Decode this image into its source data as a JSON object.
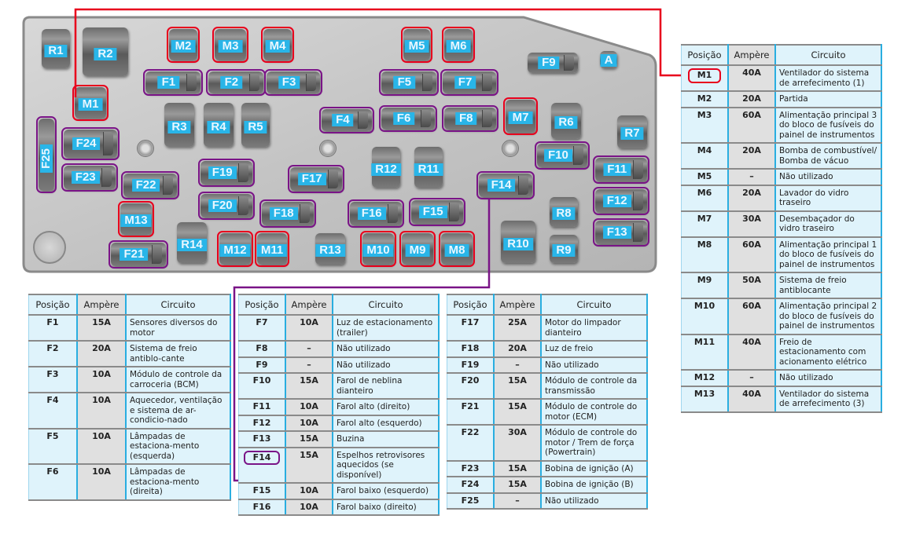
{
  "diagram": {
    "title": "Fuse box layout",
    "components": [
      {
        "id": "R1",
        "type": "relay"
      },
      {
        "id": "R2",
        "type": "relay"
      },
      {
        "id": "M2",
        "type": "maxi",
        "highlight": "red"
      },
      {
        "id": "M3",
        "type": "maxi",
        "highlight": "red"
      },
      {
        "id": "M4",
        "type": "maxi",
        "highlight": "red"
      },
      {
        "id": "M5",
        "type": "maxi",
        "highlight": "red"
      },
      {
        "id": "M6",
        "type": "maxi",
        "highlight": "red"
      },
      {
        "id": "F9",
        "type": "fuse"
      },
      {
        "id": "A",
        "type": "relay"
      },
      {
        "id": "F1",
        "type": "fuse",
        "highlight": "purple"
      },
      {
        "id": "F2",
        "type": "fuse",
        "highlight": "purple"
      },
      {
        "id": "F3",
        "type": "fuse",
        "highlight": "purple"
      },
      {
        "id": "F5",
        "type": "fuse",
        "highlight": "purple"
      },
      {
        "id": "F7",
        "type": "fuse",
        "highlight": "purple"
      },
      {
        "id": "M1",
        "type": "maxi",
        "highlight": "red"
      },
      {
        "id": "R3",
        "type": "relay"
      },
      {
        "id": "R4",
        "type": "relay"
      },
      {
        "id": "R5",
        "type": "relay"
      },
      {
        "id": "F4",
        "type": "fuse",
        "highlight": "purple"
      },
      {
        "id": "F6",
        "type": "fuse",
        "highlight": "purple"
      },
      {
        "id": "F8",
        "type": "fuse",
        "highlight": "purple"
      },
      {
        "id": "M7",
        "type": "maxi",
        "highlight": "red"
      },
      {
        "id": "R6",
        "type": "relay"
      },
      {
        "id": "R7",
        "type": "relay"
      },
      {
        "id": "F25",
        "type": "fuse",
        "highlight": "purple"
      },
      {
        "id": "F24",
        "type": "fuse",
        "highlight": "purple"
      },
      {
        "id": "F23",
        "type": "fuse",
        "highlight": "purple"
      },
      {
        "id": "F22",
        "type": "fuse",
        "highlight": "purple"
      },
      {
        "id": "F19",
        "type": "fuse",
        "highlight": "purple"
      },
      {
        "id": "F17",
        "type": "fuse",
        "highlight": "purple"
      },
      {
        "id": "R12",
        "type": "relay"
      },
      {
        "id": "R11",
        "type": "relay"
      },
      {
        "id": "F10",
        "type": "fuse",
        "highlight": "purple"
      },
      {
        "id": "F11",
        "type": "fuse",
        "highlight": "purple"
      },
      {
        "id": "F14",
        "type": "fuse",
        "highlight": "purple"
      },
      {
        "id": "F20",
        "type": "fuse",
        "highlight": "purple"
      },
      {
        "id": "F18",
        "type": "fuse",
        "highlight": "purple"
      },
      {
        "id": "F16",
        "type": "fuse",
        "highlight": "purple"
      },
      {
        "id": "F15",
        "type": "fuse",
        "highlight": "purple"
      },
      {
        "id": "F12",
        "type": "fuse",
        "highlight": "purple"
      },
      {
        "id": "R8",
        "type": "relay"
      },
      {
        "id": "M13",
        "type": "maxi",
        "highlight": "red"
      },
      {
        "id": "F13",
        "type": "fuse",
        "highlight": "purple"
      },
      {
        "id": "R14",
        "type": "relay"
      },
      {
        "id": "M12",
        "type": "maxi",
        "highlight": "red"
      },
      {
        "id": "M11",
        "type": "maxi",
        "highlight": "red"
      },
      {
        "id": "R13",
        "type": "relay"
      },
      {
        "id": "M10",
        "type": "maxi",
        "highlight": "red"
      },
      {
        "id": "M9",
        "type": "maxi",
        "highlight": "red"
      },
      {
        "id": "M8",
        "type": "maxi",
        "highlight": "red"
      },
      {
        "id": "R10",
        "type": "relay"
      },
      {
        "id": "R9",
        "type": "relay"
      },
      {
        "id": "F21",
        "type": "fuse",
        "highlight": "purple"
      }
    ],
    "connectors": [
      {
        "from": "M1",
        "to": "table_m.M1",
        "color": "#e8001c"
      },
      {
        "from": "F14",
        "to": "table_f2.F14",
        "color": "#7a1487"
      }
    ],
    "colors": {
      "maxi_highlight": "#e8001c",
      "fuse_highlight": "#7a1487",
      "label_bg": "#29b5e8",
      "table_bg": "#dff3fb",
      "amp_bg": "#e0e0e0",
      "divider": "#29aee0"
    }
  },
  "headers": {
    "pos": "Posição",
    "amp": "Ampère",
    "circ": "Circuito"
  },
  "tables": {
    "f1": [
      {
        "pos": "F1",
        "amp": "15A",
        "circ": "Sensores diversos do motor"
      },
      {
        "pos": "F2",
        "amp": "20A",
        "circ": "Sistema de freio antiblo-cante"
      },
      {
        "pos": "F3",
        "amp": "10A",
        "circ": "Módulo de controle da carroceria (BCM)"
      },
      {
        "pos": "F4",
        "amp": "10A",
        "circ": "Aquecedor, ventilação e sistema de ar-condicio-nado"
      },
      {
        "pos": "F5",
        "amp": "10A",
        "circ": "Lâmpadas de estaciona-mento (esquerda)"
      },
      {
        "pos": "F6",
        "amp": "10A",
        "circ": "Lâmpadas de estaciona-mento (direita)"
      }
    ],
    "f2": [
      {
        "pos": "F7",
        "amp": "10A",
        "circ": "Luz de estacionamento (trailer)"
      },
      {
        "pos": "F8",
        "amp": "–",
        "circ": "Não utilizado"
      },
      {
        "pos": "F9",
        "amp": "–",
        "circ": "Não utilizado"
      },
      {
        "pos": "F10",
        "amp": "15A",
        "circ": "Farol de neblina dianteiro"
      },
      {
        "pos": "F11",
        "amp": "10A",
        "circ": "Farol alto (direito)"
      },
      {
        "pos": "F12",
        "amp": "10A",
        "circ": "Farol alto (esquerdo)"
      },
      {
        "pos": "F13",
        "amp": "15A",
        "circ": "Buzina"
      },
      {
        "pos": "F14",
        "amp": "15A",
        "circ": "Espelhos retrovisores aquecidos (se disponível)",
        "highlight": "purple"
      },
      {
        "pos": "F15",
        "amp": "10A",
        "circ": "Farol baixo (esquerdo)"
      },
      {
        "pos": "F16",
        "amp": "10A",
        "circ": "Farol baixo (direito)"
      }
    ],
    "f3": [
      {
        "pos": "F17",
        "amp": "25A",
        "circ": "Motor do limpador dianteiro"
      },
      {
        "pos": "F18",
        "amp": "20A",
        "circ": "Luz de freio"
      },
      {
        "pos": "F19",
        "amp": "–",
        "circ": "Não utilizado"
      },
      {
        "pos": "F20",
        "amp": "15A",
        "circ": "Módulo de controle da transmissão"
      },
      {
        "pos": "F21",
        "amp": "15A",
        "circ": "Módulo de controle do motor (ECM)"
      },
      {
        "pos": "F22",
        "amp": "30A",
        "circ": "Módulo de controle do motor / Trem de força (Powertrain)"
      },
      {
        "pos": "F23",
        "amp": "15A",
        "circ": "Bobina de ignição (A)"
      },
      {
        "pos": "F24",
        "amp": "15A",
        "circ": "Bobina de ignição (B)"
      },
      {
        "pos": "F25",
        "amp": "–",
        "circ": "Não utilizado"
      }
    ],
    "m": [
      {
        "pos": "M1",
        "amp": "40A",
        "circ": "Ventilador do sistema de arrefecimento (1)",
        "highlight": "red"
      },
      {
        "pos": "M2",
        "amp": "20A",
        "circ": "Partida"
      },
      {
        "pos": "M3",
        "amp": "60A",
        "circ": "Alimentação principal 3 do bloco de fusíveis do painel de instrumentos"
      },
      {
        "pos": "M4",
        "amp": "20A",
        "circ": "Bomba de combustível/ Bomba de vácuo"
      },
      {
        "pos": "M5",
        "amp": "–",
        "circ": "Não utilizado"
      },
      {
        "pos": "M6",
        "amp": "20A",
        "circ": "Lavador do vidro traseiro"
      },
      {
        "pos": "M7",
        "amp": "30A",
        "circ": "Desembaçador do vidro traseiro"
      },
      {
        "pos": "M8",
        "amp": "60A",
        "circ": "Alimentação principal 1 do bloco de fusíveis do painel de instrumentos"
      },
      {
        "pos": "M9",
        "amp": "50A",
        "circ": "Sistema de freio antiblocante"
      },
      {
        "pos": "M10",
        "amp": "60A",
        "circ": "Alimentação principal 2 do bloco de fusíveis do painel de instrumentos"
      },
      {
        "pos": "M11",
        "amp": "40A",
        "circ": "Freio de estacionamento com acionamento elétrico"
      },
      {
        "pos": "M12",
        "amp": "–",
        "circ": "Não utilizado"
      },
      {
        "pos": "M13",
        "amp": "40A",
        "circ": "Ventilador do sistema de arrefecimento (3)"
      }
    ]
  }
}
